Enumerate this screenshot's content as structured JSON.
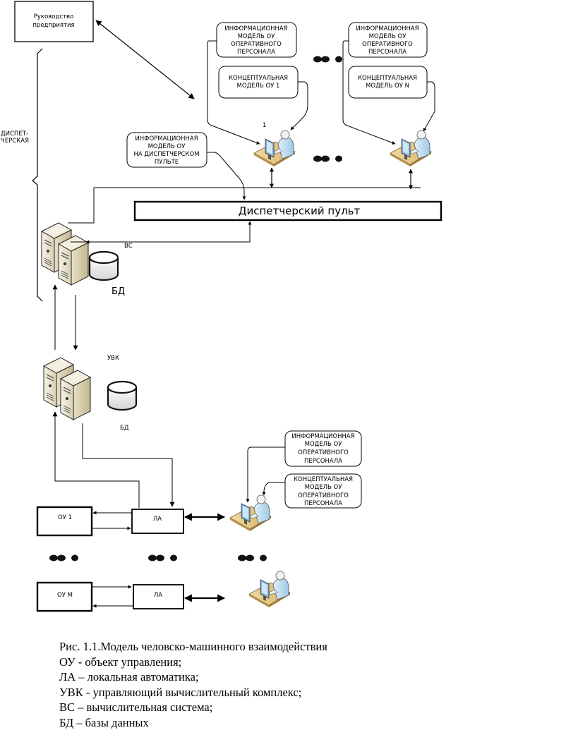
{
  "management_box": {
    "line1": "Руководство",
    "line2": "предприятия"
  },
  "brace_label": {
    "line1": "ДИСПЕТ-",
    "line2": "ЧЕРСКАЯ"
  },
  "operator_models_top": [
    {
      "info_model": [
        "ИНФОРМАЦИОННАЯ",
        "МОДЕЛЬ ОУ",
        "ОПЕРАТИВНОГО",
        "ПЕРСОНАЛА"
      ],
      "concept_model": [
        "КОНЦЕПТУАЛЬНАЯ",
        "МОДЕЛЬ ОУ 1"
      ],
      "operator_label": "1"
    },
    {
      "info_model": [
        "ИНФОРМАЦИОННАЯ",
        "МОДЕЛЬ ОУ",
        "ОПЕРАТИВНОГО",
        "ПЕРСОНАЛА"
      ],
      "concept_model": [
        "КОНЦЕПТУАЛЬНАЯ",
        "МОДЕЛЬ ОУ N"
      ],
      "operator_label": ""
    }
  ],
  "dispatch_info_model": [
    "ИНФОРМАЦИОННАЯ",
    "МОДЕЛЬ ОУ",
    "НА ДИСПЕТЧЕРСКОМ",
    "ПУЛЬТЕ"
  ],
  "dispatch_panel": "Диспетчерский пульт",
  "vs_label": "ВС",
  "bd_label_top": "БД",
  "uvk_label": "УВК",
  "bd_label_bottom": "БД",
  "lower_operator_models": {
    "info_model": [
      "ИНФОРМАЦИОННАЯ",
      "МОДЕЛЬ ОУ",
      "ОПЕРАТИВНОГО",
      "ПЕРСОНАЛА"
    ],
    "concept_model": [
      "КОНЦЕПТУАЛЬНАЯ",
      "МОДЕЛЬ ОУ",
      "ОПЕРАТИВНОГО",
      "ПЕРСОНАЛА"
    ]
  },
  "objects": [
    {
      "object": "ОУ 1",
      "local_automation": "ЛА"
    },
    {
      "object": "ОУ  М",
      "local_automation": "ЛА"
    }
  ],
  "caption": [
    "Рис. 1.1.Модель человско-машинного взаимодействия",
    "ОУ  - объект управления;",
    "ЛА – локальная автоматика;",
    "УВК - управляющий вычислительный комплекс;",
    "ВС – вычислительная система;",
    "БД – базы данных"
  ]
}
